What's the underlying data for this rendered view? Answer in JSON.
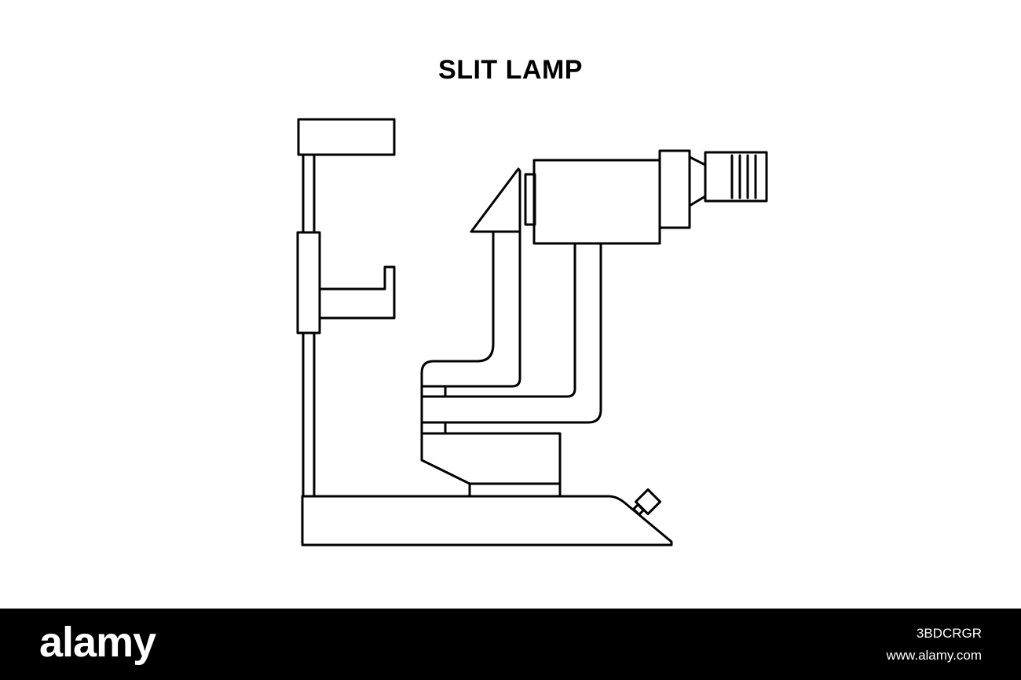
{
  "title": "SLIT LAMP",
  "footer": {
    "logo_text": "alamy",
    "image_id": "3BDCRGR",
    "site_url": "www.alamy.com"
  },
  "colors": {
    "background": "#ffffff",
    "line": "#000000",
    "footer_background": "#000000",
    "footer_text": "#ffffff"
  }
}
